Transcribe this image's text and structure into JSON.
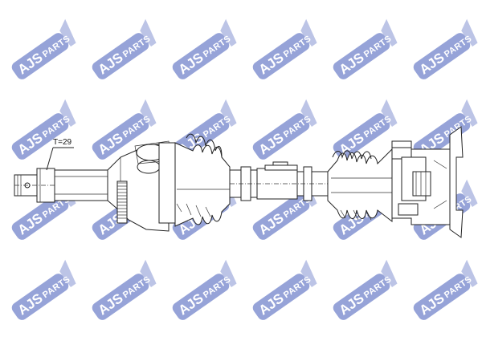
{
  "watermark": {
    "brand": "AJS",
    "word": "PARTS",
    "color": "#3f57b8"
  },
  "callout": {
    "label": "T=29"
  }
}
